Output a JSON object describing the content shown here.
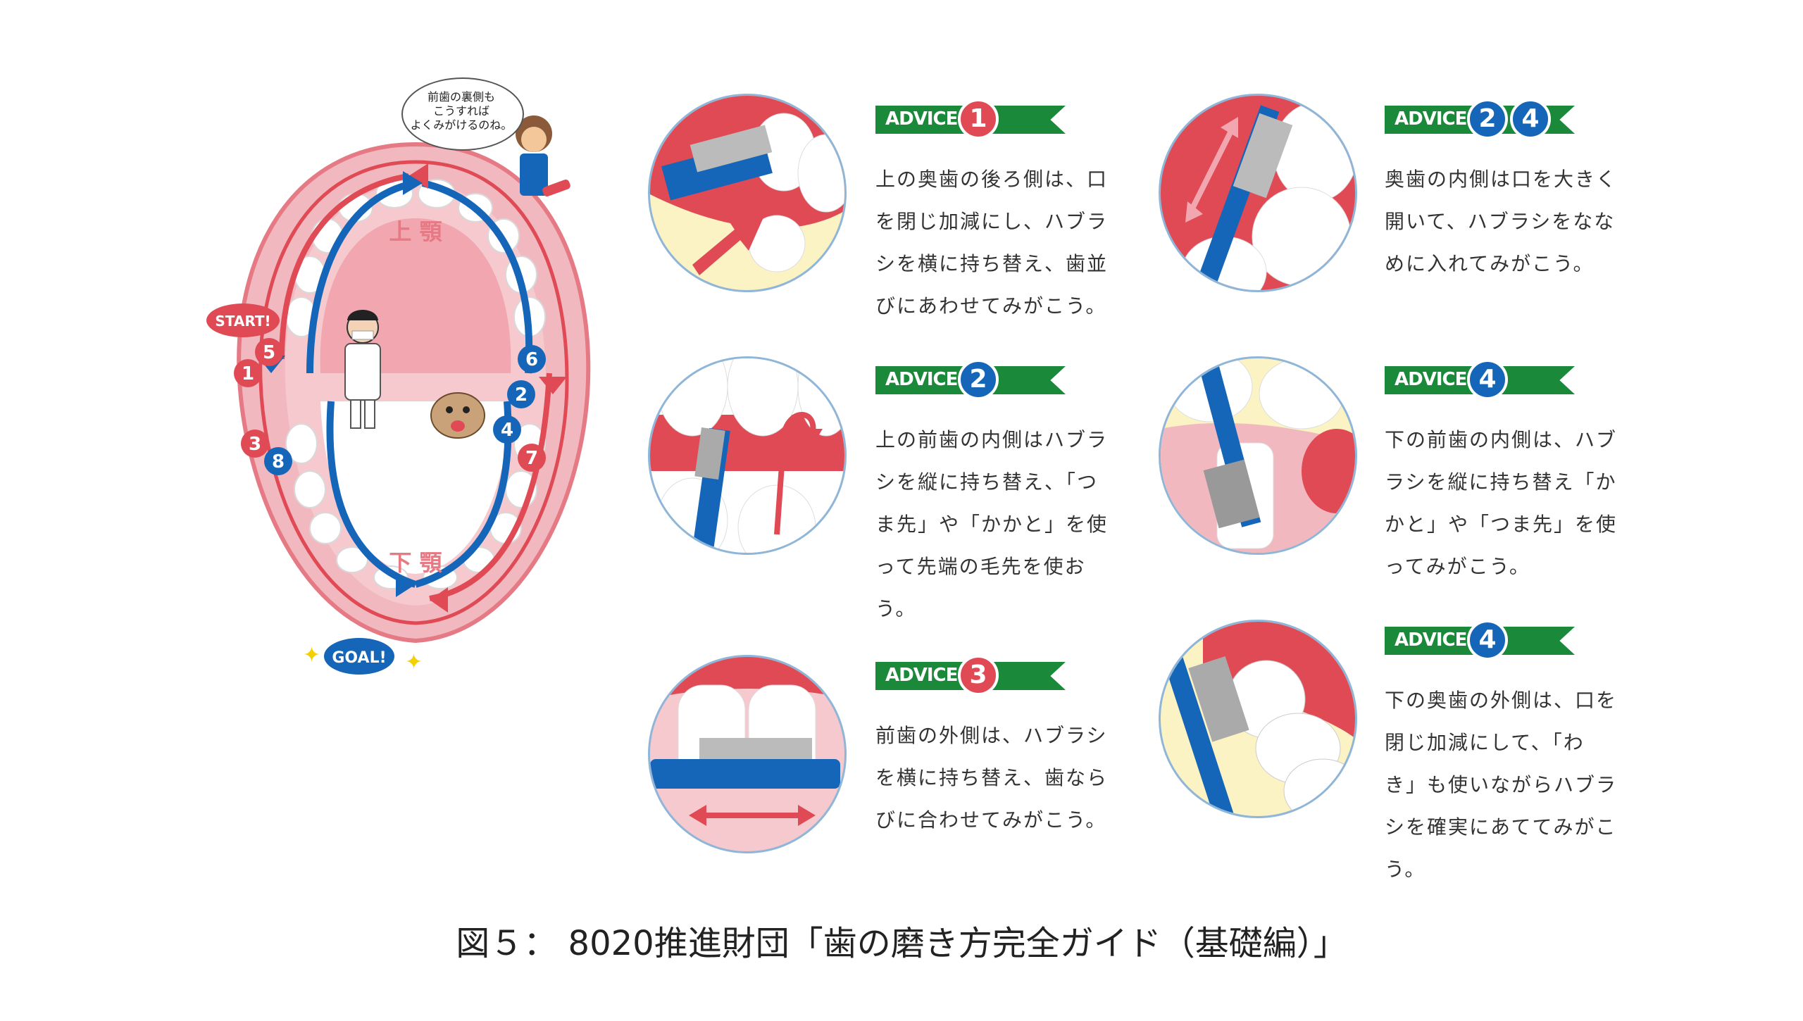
{
  "diagram": {
    "callout": [
      "前歯の裏側も",
      "こうすれば",
      "よくみがけるのね。"
    ],
    "upper_jaw": "上 顎",
    "lower_jaw": "下 顎",
    "start": "START!",
    "goal": "GOAL!",
    "steps": [
      "1",
      "2",
      "3",
      "4",
      "5",
      "6",
      "7",
      "8"
    ]
  },
  "advice_word": "ADVICE",
  "advices": [
    {
      "nums": [
        "1"
      ],
      "colors": [
        "red"
      ],
      "text": [
        "上の奥歯の後ろ側は、口",
        "を閉じ加減にし、ハブラ",
        "シを横に持ち替え、歯並",
        "びにあわせてみがこう。"
      ]
    },
    {
      "nums": [
        "2"
      ],
      "colors": [
        "blue"
      ],
      "text": [
        "上の前歯の内側はハブラ",
        "シを縦に持ち替え、「つ",
        "ま先」や「かかと」を使",
        "って先端の毛先を使お",
        "う。"
      ]
    },
    {
      "nums": [
        "3"
      ],
      "colors": [
        "red"
      ],
      "text": [
        "前歯の外側は、ハブラシ",
        "を横に持ち替え、歯なら",
        "びに合わせてみがこう。"
      ]
    },
    {
      "nums": [
        "2",
        "4"
      ],
      "colors": [
        "blue",
        "blue"
      ],
      "text": [
        "奥歯の内側は口を大きく",
        "開いて、ハブラシをなな",
        "めに入れてみがこう。"
      ]
    },
    {
      "nums": [
        "4"
      ],
      "colors": [
        "blue"
      ],
      "text": [
        "下の前歯の内側は、ハブ",
        "ラシを縦に持ち替え「か",
        "かと」や「つま先」を使",
        "ってみがこう。"
      ]
    },
    {
      "nums": [
        "4"
      ],
      "colors": [
        "blue"
      ],
      "text": [
        "下の奥歯の外側は、口を",
        "閉じ加減にして、「わ",
        "き」も使いながらハブラ",
        "シを確実にあててみがこ",
        "う。"
      ]
    }
  ],
  "caption": "図５： 8020推進財団「歯の磨き方完全ガイド（基礎編）」"
}
